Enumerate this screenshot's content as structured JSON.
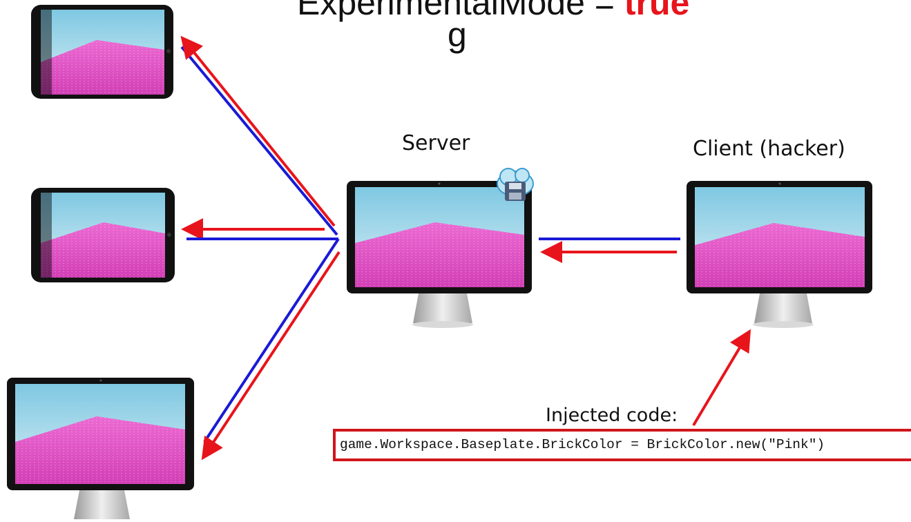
{
  "header": {
    "title_prefix": "ExperimentalMode = ",
    "title_value": "true",
    "title_fragment": "g"
  },
  "labels": {
    "server": "Server",
    "client": "Client (hacker)",
    "injected": "Injected code:"
  },
  "code": {
    "snippet": "game.Workspace.Baseplate.BrickColor = BrickColor.new(\"Pink\")"
  },
  "colors": {
    "arrow_red": "#e8141b",
    "arrow_blue": "#1a1ad6",
    "title_value": "#e8141b",
    "sky": "#9fd6ea",
    "floor": "#e64fc6"
  },
  "icons": {
    "save": "cloud-save-icon"
  },
  "devices": [
    {
      "name": "tablet-top",
      "kind": "tablet"
    },
    {
      "name": "tablet-middle",
      "kind": "tablet"
    },
    {
      "name": "monitor-bottom",
      "kind": "monitor"
    },
    {
      "name": "server-monitor",
      "kind": "monitor"
    },
    {
      "name": "client-monitor",
      "kind": "monitor"
    }
  ]
}
